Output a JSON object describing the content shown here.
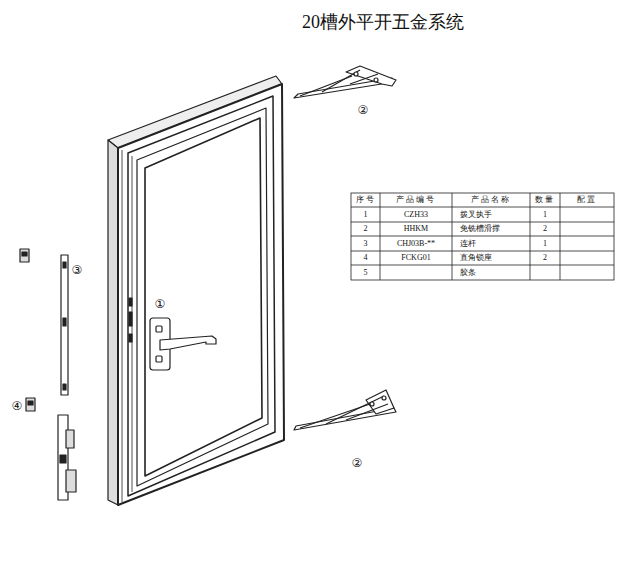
{
  "diagram": {
    "title": "20槽外平开五金系统",
    "labels": [
      "②",
      "①",
      "③",
      "④",
      "②",
      "序号",
      "产品编号",
      "产品名称",
      "数量",
      "配置",
      "1",
      "CZH33",
      "拨叉执手",
      "1",
      "2",
      "HHKM",
      "免铣槽滑撑",
      "2",
      "3",
      "CHJ03B-**",
      "连杆",
      "1",
      "4",
      "FCKG01",
      "直角锁座",
      "2",
      "5",
      "胶条"
    ]
  }
}
